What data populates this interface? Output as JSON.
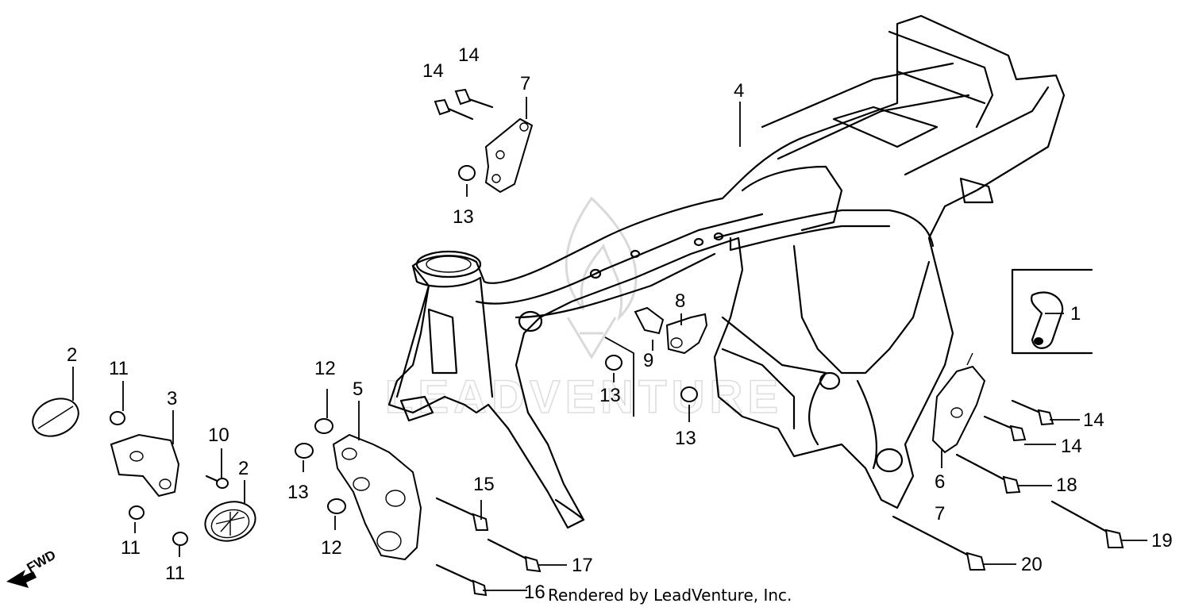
{
  "diagram": {
    "callouts": {
      "c1": "1",
      "c2a": "2",
      "c2b": "2",
      "c3": "3",
      "c4": "4",
      "c5": "5",
      "c6": "6",
      "c7a": "7",
      "c7b": "7",
      "c8": "8",
      "c9": "9",
      "c10": "10",
      "c11a": "11",
      "c11b": "11",
      "c11c": "11",
      "c12a": "12",
      "c12b": "12",
      "c13a": "13",
      "c13b": "13",
      "c13c": "13",
      "c13d": "13",
      "c14a": "14",
      "c14b": "14",
      "c14c": "14",
      "c14d": "14",
      "c15": "15",
      "c16": "16",
      "c17": "17",
      "c18": "18",
      "c19": "19",
      "c20": "20"
    },
    "direction_label": "FWD",
    "watermark": "LEADVENTURE",
    "watermark_icon": "flame-logo-icon",
    "credit": "Rendered by LeadVenture, Inc."
  }
}
